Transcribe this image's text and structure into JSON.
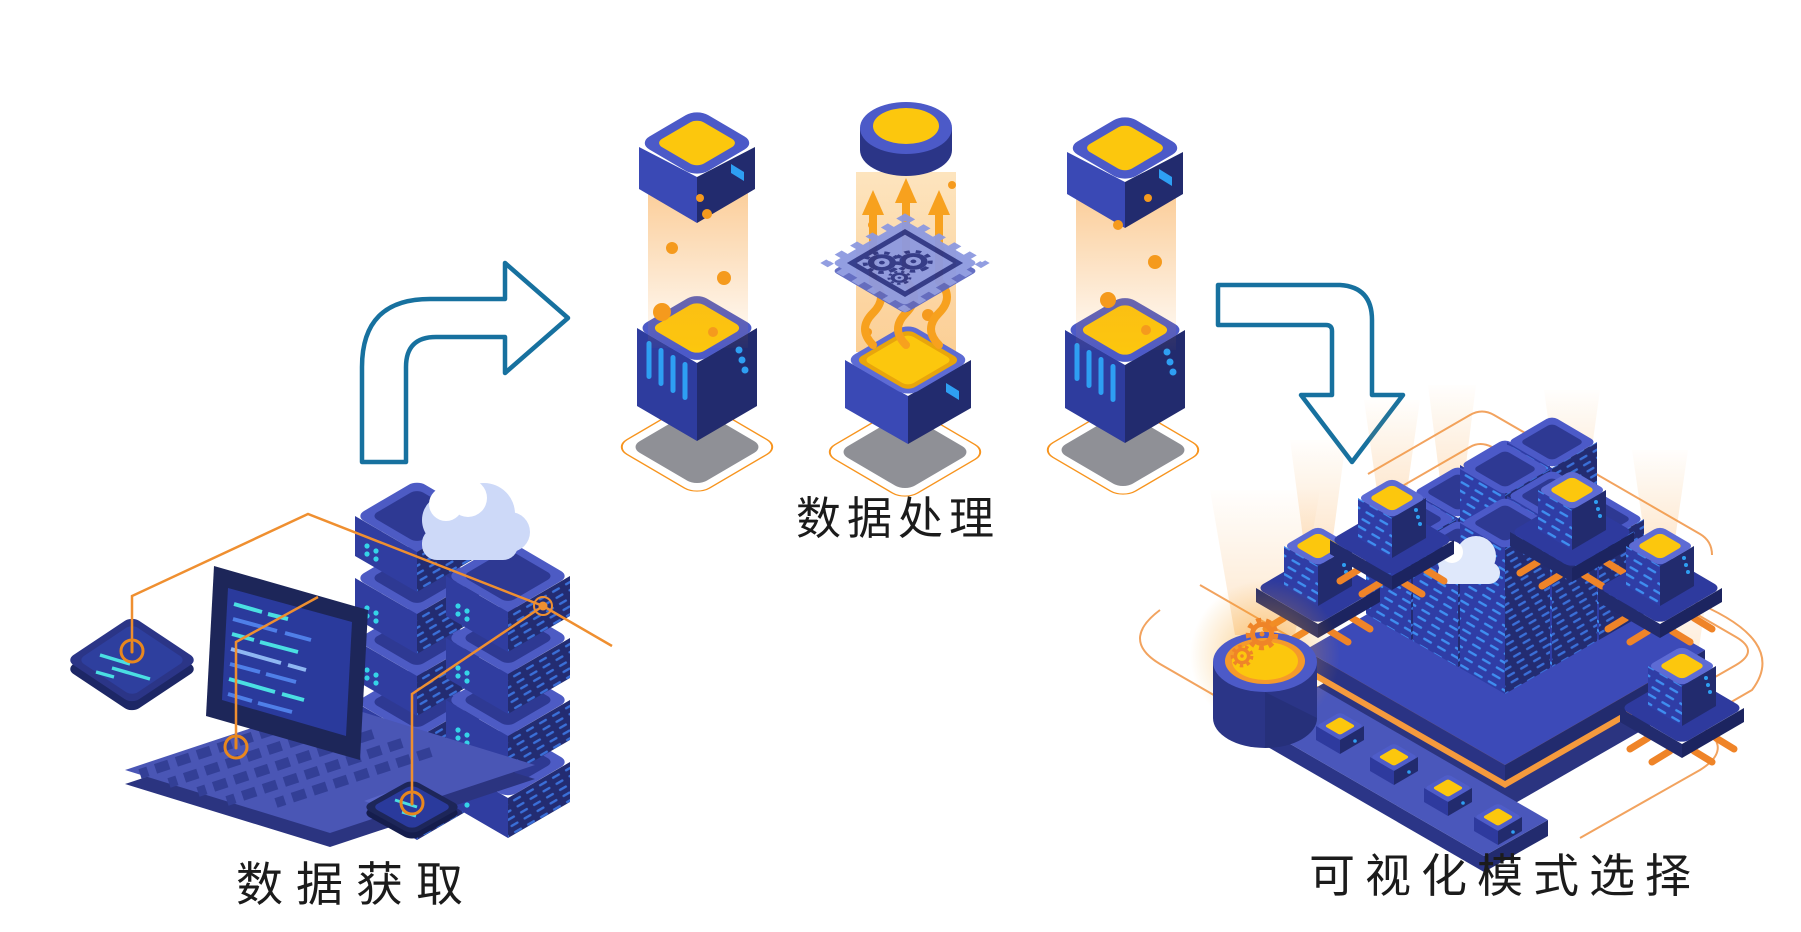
{
  "stages": [
    {
      "id": "data-acquisition",
      "label": "数据获取",
      "icons": [
        "tablet-icon",
        "laptop-icon",
        "smartphone-icon",
        "server-tower-icon",
        "cloud-icon",
        "connection-node-icon"
      ]
    },
    {
      "id": "data-processing",
      "label": "数据处理",
      "icons": [
        "data-cube-icon",
        "cpu-chip-icon",
        "gear-icon",
        "disk-icon",
        "upload-arrows-icon",
        "falling-dots-icon",
        "platform-pad-icon"
      ]
    },
    {
      "id": "visualization-mode-selection",
      "label": "可视化模式选择",
      "icons": [
        "server-city-icon",
        "cloud-icon",
        "chip-node-icon",
        "gear-cylinder-icon",
        "conveyor-chips-icon",
        "circuit-trace-icon"
      ]
    }
  ],
  "flow_arrows": [
    {
      "id": "arrow-acquisition-to-processing",
      "direction": "up-then-right"
    },
    {
      "id": "arrow-processing-to-visualization",
      "direction": "right-then-down"
    }
  ],
  "colors": {
    "navy_dark": "#222b6e",
    "navy": "#2b3587",
    "blue": "#3a49b5",
    "blue_light": "#4c5ac8",
    "rim_light": "#5d6bd4",
    "periwinkle_chip": "#8d99e0",
    "accent_blue": "#2e9ff3",
    "yellow": "#fcc70d",
    "orange": "#f7941e",
    "trace_orange": "#f2a35f",
    "teal_arrow": "#17719f",
    "gray_pad": "#8f9096",
    "cloud": "#cdd9f8",
    "text": "#1b1b1b",
    "background": "#ffffff"
  }
}
